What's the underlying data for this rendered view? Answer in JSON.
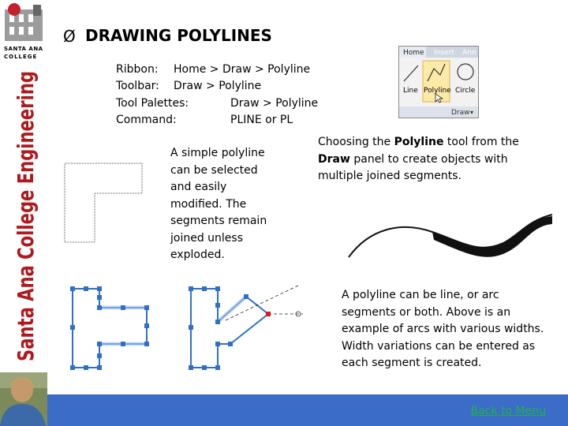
{
  "slide": {
    "title": "DRAWING POLYLINES",
    "title_bullet": "Ø",
    "college_name_line1": "SANTA ANA",
    "college_name_line2": "COLLEGE",
    "banner_vertical": "Santa Ana College Engineering"
  },
  "access": [
    {
      "key": "Ribbon:",
      "value": "Home > Draw > Polyline"
    },
    {
      "key": "Toolbar:",
      "value": "Draw > Polyline"
    },
    {
      "key": "Tool Palettes:",
      "value": "Draw > Polyline"
    },
    {
      "key": "Command:",
      "value": "PLINE or PL"
    }
  ],
  "ribbon_ui": {
    "tabs": [
      "Home",
      "Insert",
      "Ann"
    ],
    "tools": [
      "Line",
      "Polyline",
      "Circle"
    ],
    "panel": "Draw"
  },
  "descriptions": {
    "simple_polyline": [
      "A simple polyline",
      "can be selected",
      "and easily",
      "modified. The",
      "segments remain",
      "joined unless",
      "exploded."
    ],
    "choosing_pre": "Choosing the ",
    "choosing_bold": "Polyline",
    "choosing_mid": " tool from the",
    "choosing_bold2": "Draw",
    "choosing_post": " panel to create objects with multiple joined segments.",
    "arcs": [
      "A polyline can be line, or arc",
      "segments or both. Above is an",
      "example of arcs with various widths.",
      "Width variations can be entered as",
      "each segment is created."
    ]
  },
  "footer": {
    "back_link": "Back to Menu",
    "bar_color": "#3a6cc8",
    "link_color": "#22b14c"
  }
}
